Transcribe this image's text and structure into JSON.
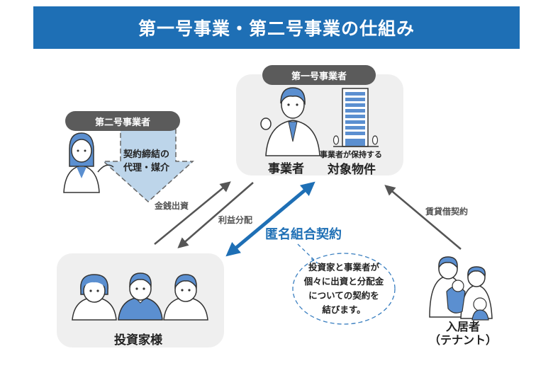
{
  "title": "第一号事業・第二号事業の仕組み",
  "colors": {
    "brand_blue": "#1E6FB5",
    "pill_gray": "#5B5B5B",
    "panel_gray": "#EFEFEF",
    "light_blue_arrow": "#BDD5EA",
    "arrow_gray": "#555555"
  },
  "first_operator": {
    "pill_label": "第一号事業者",
    "person_label": "事業者",
    "property_caption": "事業者が保持する",
    "property_label": "対象物件"
  },
  "second_operator": {
    "pill_label": "第二号事業者",
    "arrow_text_line1": "契約締結の",
    "arrow_text_line2": "代理・媒介"
  },
  "investors": {
    "label": "投資家様"
  },
  "tenant": {
    "label_line1": "入居者",
    "label_line2": "（テナント）"
  },
  "arrows": {
    "capital": "金銭出資",
    "profit": "利益分配",
    "tokumei": "匿名組合契約",
    "lease": "賃貸借契約"
  },
  "bubble": {
    "lines": [
      "投資家と事業者が",
      "個々に出資と分配金",
      "についての契約を",
      "結びます。"
    ]
  }
}
